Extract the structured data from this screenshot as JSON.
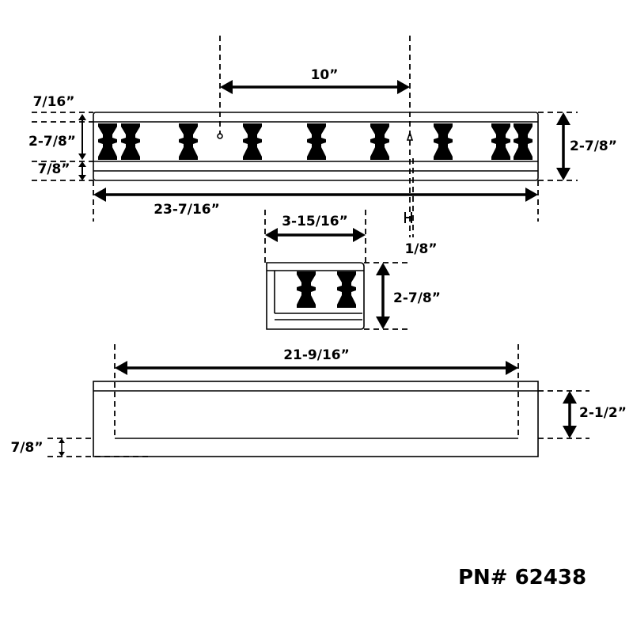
{
  "dimensions": {
    "center_spacing": "10”",
    "top_rail": "7/16”",
    "baluster_height": "2-7/8”",
    "base_rail": "7/8”",
    "overall_height": "2-7/8”",
    "overall_length": "23-7/16”",
    "side_depth": "3-15/16”",
    "gap": "1/8”",
    "side_height": "2-7/8”",
    "inner_length": "21-9/16”",
    "back_height": "2-1/2”",
    "bottom_thickness": "7/8”"
  },
  "part_number": "PN# 62438"
}
